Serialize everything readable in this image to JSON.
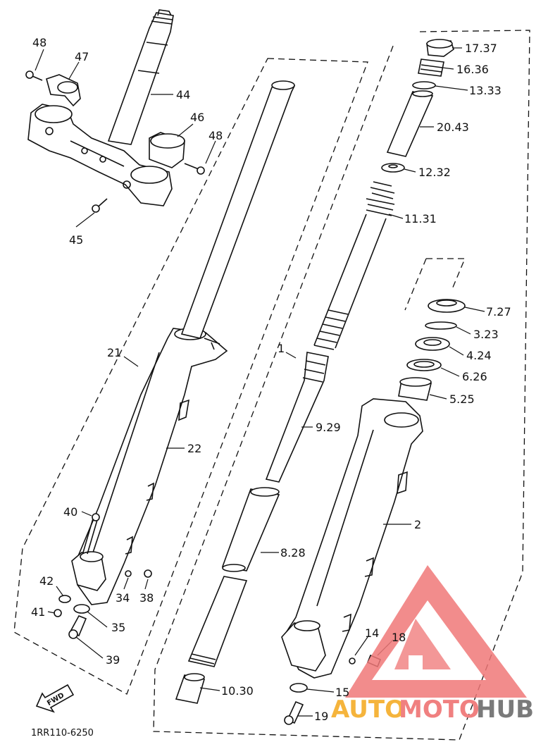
{
  "diagram_code": "1RR110-6250",
  "fwd_label": "FWD",
  "watermark": {
    "auto": "AUTO",
    "moto": "MOTO",
    "hub": "HUB",
    "auto_color": "#f5b43c",
    "moto_color": "#f08080",
    "hub_color": "#7a7a7a",
    "logo_color": "#f07878"
  },
  "callouts": [
    "48",
    "47",
    "44",
    "46",
    "48",
    "45",
    "21",
    "1",
    "22",
    "40",
    "42",
    "34",
    "38",
    "41",
    "35",
    "39",
    "17.37",
    "16.36",
    "13.33",
    "20.43",
    "12.32",
    "11.31",
    "7.27",
    "3.23",
    "4.24",
    "6.26",
    "5.25",
    "9.29",
    "2",
    "8.28",
    "14",
    "18",
    "15",
    "10.30",
    "19"
  ]
}
